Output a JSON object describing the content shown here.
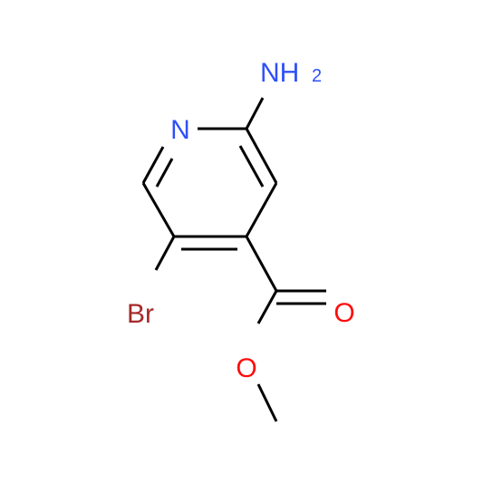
{
  "molecule": {
    "atoms": {
      "nitrogen_ring": "N",
      "amino_n": "NH",
      "amino_sub": "2",
      "bromine": "Br",
      "carbonyl_o": "O",
      "ester_o": "O"
    },
    "colors": {
      "bond": "#000000",
      "nitrogen": "#3050F8",
      "bromine": "#A62929",
      "oxygen": "#FF0D0D"
    }
  }
}
